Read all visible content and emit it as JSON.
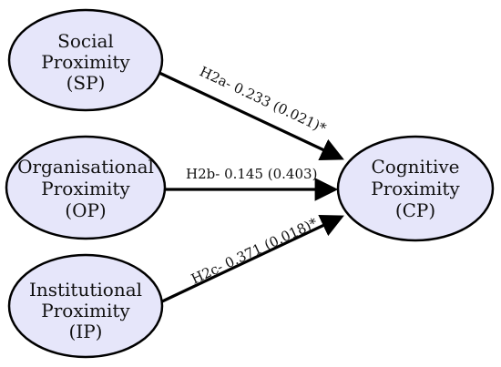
{
  "nodes": {
    "sp": {
      "lines": [
        "Social",
        "Proximity",
        "(SP)"
      ]
    },
    "op": {
      "lines": [
        "Organisational",
        "Proximity",
        "(OP)"
      ]
    },
    "ip": {
      "lines": [
        "Institutional",
        "Proximity",
        "(IP)"
      ]
    },
    "cp": {
      "lines": [
        "Cognitive",
        "Proximity",
        "(CP)"
      ]
    }
  },
  "edges": {
    "h2a": {
      "label": "H2a- 0.233 (0.021)*"
    },
    "h2b": {
      "label": "H2b- 0.145 (0.403)"
    },
    "h2c": {
      "label": "H2c- 0.371 (0.018)*"
    }
  },
  "colors": {
    "node_fill": "#e6e6fa",
    "stroke": "#000000",
    "text": "#111111"
  }
}
